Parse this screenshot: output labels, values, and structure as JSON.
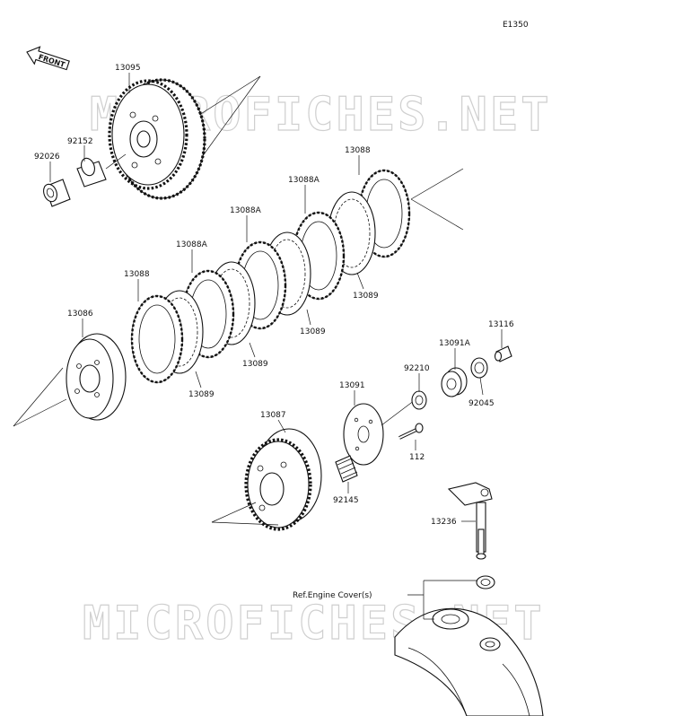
{
  "diagram_code": "E1350",
  "front_label": "FRONT",
  "watermark": "MICROFICHES.NET",
  "ref_label": "Ref.Engine Cover(s)",
  "callouts": {
    "c13095": "13095",
    "c92152": "92152",
    "c92026": "92026",
    "c13088_top": "13088",
    "c13088A_a": "13088A",
    "c13088A_b": "13088A",
    "c13088A_c": "13088A",
    "c13088_bottom": "13088",
    "c13086": "13086",
    "c13089_a": "13089",
    "c13089_b": "13089",
    "c13089_c": "13089",
    "c13089_d": "13089",
    "c13116": "13116",
    "c13091A": "13091A",
    "c92210": "92210",
    "c92045": "92045",
    "c13091": "13091",
    "c13087": "13087",
    "c112": "112",
    "c92145": "92145",
    "c13236": "13236"
  }
}
